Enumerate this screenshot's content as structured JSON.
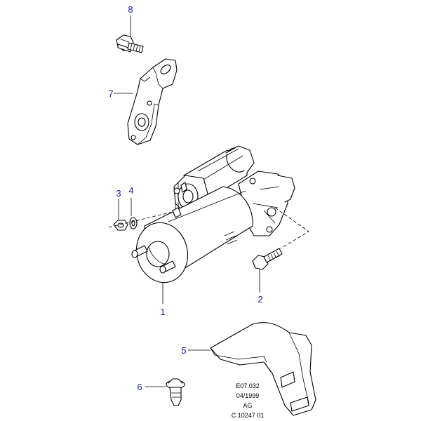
{
  "callouts": [
    {
      "id": "1",
      "text": "1"
    },
    {
      "id": "2",
      "text": "2"
    },
    {
      "id": "3",
      "text": "3"
    },
    {
      "id": "4",
      "text": "4"
    },
    {
      "id": "5",
      "text": "5"
    },
    {
      "id": "6",
      "text": "6"
    },
    {
      "id": "7",
      "text": "7"
    },
    {
      "id": "8",
      "text": "8"
    }
  ],
  "drawing_codes": [
    "E07.032",
    "04/1999",
    "AG",
    "C 10247 01"
  ],
  "colors": {
    "callout": "#1a1aa6",
    "line": "#000000",
    "background": "#ffffff"
  }
}
